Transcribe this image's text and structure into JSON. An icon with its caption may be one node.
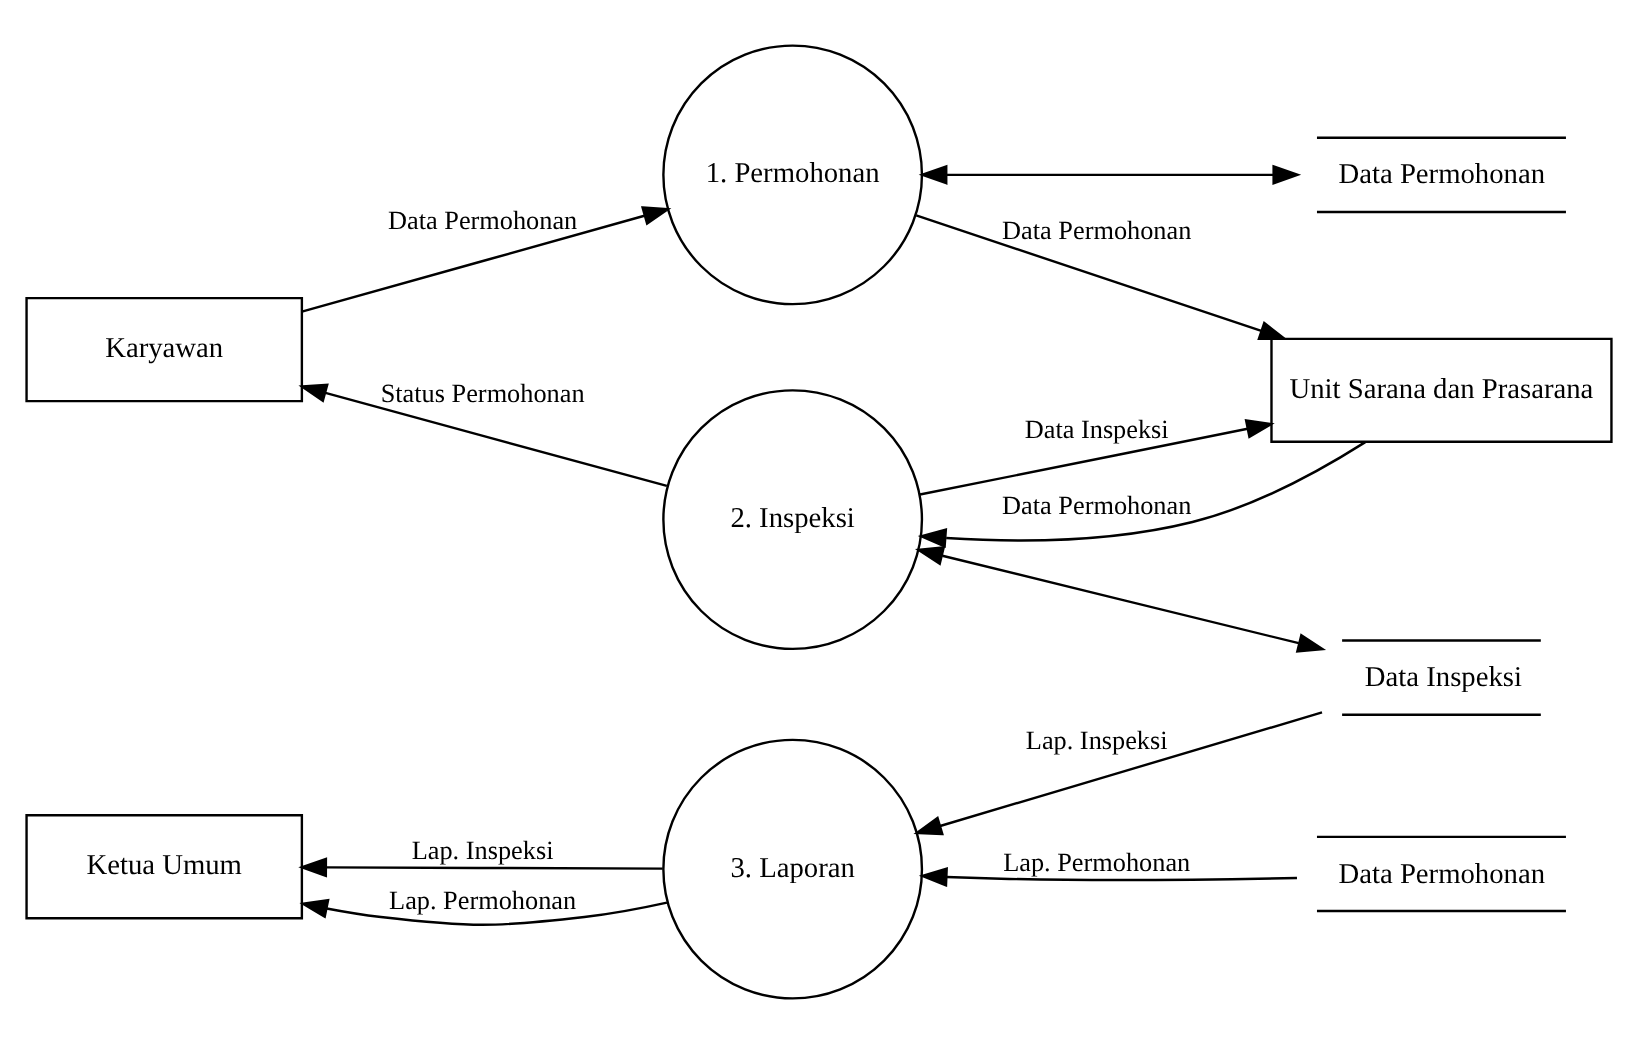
{
  "diagram": {
    "nodes": [
      {
        "text": [
          "Karyawan"
        ]
      },
      {
        "text": [
          "1. Permohonan"
        ]
      },
      {
        "text": [
          "Data Permohonan"
        ]
      },
      {
        "text": [
          "2. Inspeksi"
        ]
      },
      {
        "text": [
          "Unit Sarana dan Prasarana"
        ]
      },
      {
        "text": [
          "Data Inspeksi"
        ]
      },
      {
        "text": [
          "Data Permohonan"
        ]
      },
      {
        "text": [
          "Ketua Umum"
        ]
      },
      {
        "text": [
          "3. Laporan"
        ]
      }
    ],
    "edges": [
      {
        "from": 0,
        "to": 1,
        "arrow": "to",
        "label": "Data Permohonan"
      },
      {
        "from": 1,
        "to": 4,
        "arrow": "to",
        "label": "Data Permohonan"
      },
      {
        "from": 1,
        "to": 2,
        "arrow": "both"
      },
      {
        "from": 3,
        "to": 0,
        "arrow": "to",
        "label": "Status Permohonan"
      },
      {
        "from": 3,
        "to": 4,
        "arrow": "to",
        "label": "Data Inspeksi"
      },
      {
        "from": 4,
        "to": 3,
        "arrow": "to",
        "label": "Data Permohonan"
      },
      {
        "from": 3,
        "to": 5,
        "arrow": "both"
      },
      {
        "from": 8,
        "to": 7,
        "arrow": "to",
        "label": "Lap. Inspeksi"
      },
      {
        "from": 8,
        "to": 7,
        "arrow": "to",
        "label": "Lap. Permohonan"
      },
      {
        "from": 5,
        "to": 8,
        "arrow": "to",
        "label": "Lap. Inspeksi"
      },
      {
        "from": 6,
        "to": 8,
        "arrow": "to",
        "label": "Lap. Permohonan"
      }
    ]
  }
}
